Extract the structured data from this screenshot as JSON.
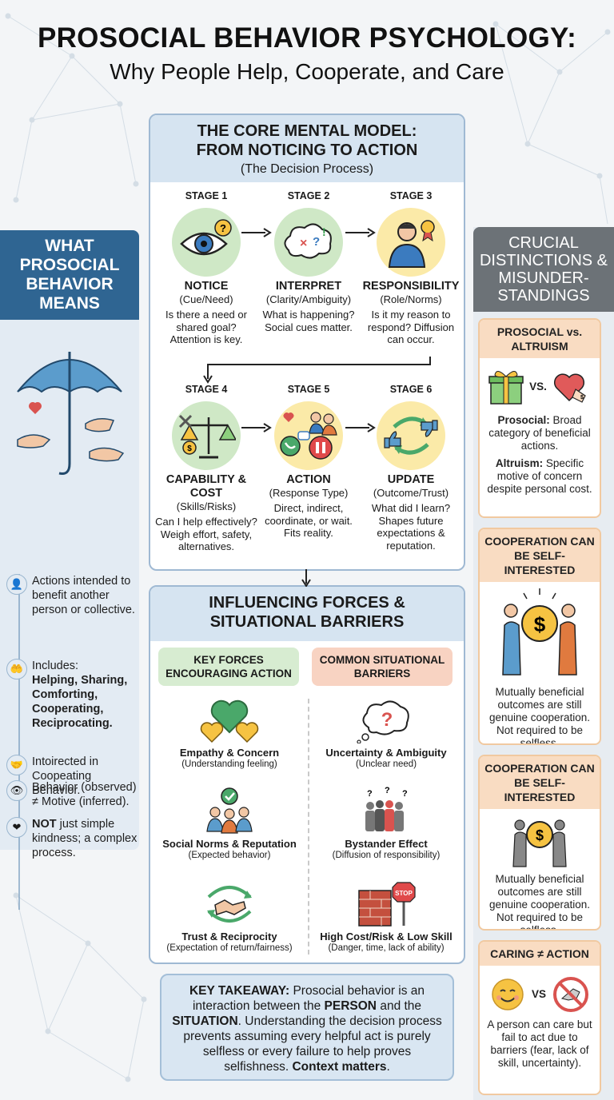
{
  "title": {
    "main": "PROSOCIAL BEHAVIOR PSYCHOLOGY:",
    "sub": "Why People Help, Cooperate, and Care"
  },
  "left_panel": {
    "heading": "WHAT PROSOCIAL BEHAVIOR MEANS",
    "items": [
      {
        "text": "Actions intended to benefit another person or collective.",
        "icon": "person-icon"
      },
      {
        "lead": "Includes:",
        "bold": "Helping, Sharing, Comforting, Cooperating, Reciprocating.",
        "icon": "hand-heart-icon"
      },
      {
        "text": "Intoirected in Coopeating Behavior.",
        "icon": "handshake-icon"
      },
      {
        "bold": "NOT",
        "text": " just simple kindness; a complex process.",
        "icon": "heart-hand-icon"
      },
      {
        "text": "Behavior (observed) ≠ Motive (inferred).",
        "icon": "eye-icon"
      }
    ]
  },
  "core_model": {
    "title_line1": "THE CORE MENTAL MODEL:",
    "title_line2": "FROM NOTICING TO ACTION",
    "subtitle": "(The Decision Process)",
    "stages": [
      {
        "label": "STAGE 1",
        "name": "NOTICE",
        "sub": "(Cue/Need)",
        "desc": "Is there a need or shared goal? Attention is key."
      },
      {
        "label": "STAGE 2",
        "name": "INTERPRET",
        "sub": "(Clarity/Ambiguity)",
        "desc": "What is happening? Social cues matter."
      },
      {
        "label": "STAGE 3",
        "name": "RESPONSIBILITY",
        "sub": "(Role/Norms)",
        "desc": "Is it my reason to respond? Diffusion can occur."
      },
      {
        "label": "STAGE 4",
        "name": "CAPABILITY & COST",
        "sub": "(Skills/Risks)",
        "desc": "Can I help effectively? Weigh effort, safety, alternatives."
      },
      {
        "label": "STAGE 5",
        "name": "ACTION",
        "sub": "(Response Type)",
        "desc": "Direct, indirect, coordinate, or wait. Fits reality."
      },
      {
        "label": "STAGE 6",
        "name": "UPDATE",
        "sub": "(Outcome/Trust)",
        "desc": "What did I learn? Shapes future expectations & reputation."
      }
    ]
  },
  "forces": {
    "title_line1": "INFLUENCING FORCES &",
    "title_line2": "SITUATIONAL BARRIERS",
    "encourage_heading": "KEY FORCES ENCOURAGING ACTION",
    "barrier_heading": "COMMON SITUATIONAL BARRIERS",
    "encourage": [
      {
        "name": "Empathy & Concern",
        "sub": "(Understanding feeling)"
      },
      {
        "name": "Social Norms & Reputation",
        "sub": "(Expected behavior)"
      },
      {
        "name": "Trust & Reciprocity",
        "sub": "(Expectation of return/fairness)"
      }
    ],
    "barriers": [
      {
        "name": "Uncertainty & Ambiguity",
        "sub": "(Unclear need)"
      },
      {
        "name": "Bystander Effect",
        "sub": "(Diffusion of responsibility)"
      },
      {
        "name": "High Cost/Risk & Low Skill",
        "sub": "(Danger, time, lack of ability)"
      }
    ],
    "stop_sign": "STOP"
  },
  "takeaway": {
    "lead": "KEY TAKEAWAY:",
    "t1": " Prosocial behavior is an interaction between the ",
    "person": "PERSON",
    "t2": " and the ",
    "situation": "SITUATION",
    "t3": ". Understanding the decision process prevents assuming every helpful act is purely selfless or every failure to help proves selfishness. ",
    "context": "Context matters",
    "t4": "."
  },
  "right_panel": {
    "heading": "CRUCIAL DISTINCTIONS & MISUNDER-STANDINGS",
    "card1": {
      "title": "PROSOCIAL vs. ALTRUISM",
      "vs": "VS.",
      "p1_bold": "Prosocial:",
      "p1": " Broad category of beneficial actions.",
      "p2_bold": "Altruism:",
      "p2": " Specific motive of concern despite personal cost."
    },
    "card2": {
      "title": "COOPERATION CAN BE SELF-INTERESTED",
      "text": "Mutually beneficial outcomes are still genuine cooperation. Not required to be selfless."
    },
    "card3": {
      "title": "COOPERATION CAN BE SELF-INTERESTED",
      "text": "Mutually beneficial outcomes are still genuine cooperation. Not required to be selfless."
    },
    "card4": {
      "title": "CARING ≠ ACTION",
      "vs": "VS",
      "text": "A person can care but fail to act due to barriers (fear, lack of skill, uncertainty)."
    }
  },
  "colors": {
    "left_header": "#2f6592",
    "right_header": "#6c7277",
    "box_header": "#d6e4f1",
    "card_header": "#f9dcc2",
    "force_pill": "#d7ecd1",
    "barrier_pill": "#f8d3c2"
  }
}
